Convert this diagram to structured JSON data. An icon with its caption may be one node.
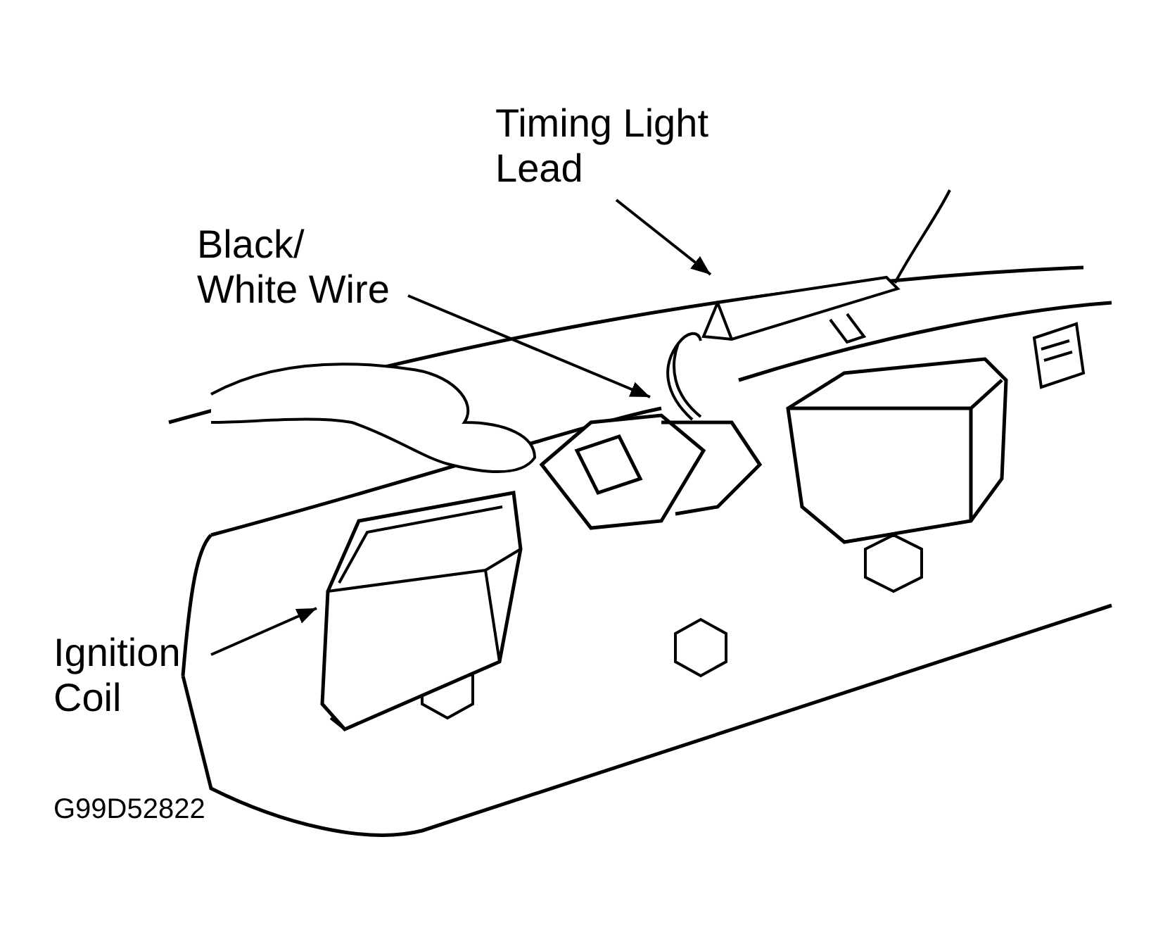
{
  "diagram": {
    "nodes": [
      {
        "text": [
          "Timing Light Lead"
        ]
      },
      {
        "text": [],
        "shape": "picture"
      },
      {
        "text": [
          "Black/ White Wire"
        ]
      },
      {
        "text": [],
        "shape": "picture"
      },
      {
        "text": [
          "Ignition Coil"
        ]
      },
      {
        "text": [],
        "shape": "picture"
      }
    ],
    "edges": [
      {
        "from": 0,
        "to": 1,
        "arrow": "to"
      },
      {
        "from": 2,
        "to": 3,
        "arrow": "to"
      },
      {
        "from": 4,
        "to": 5,
        "arrow": "to"
      }
    ],
    "labels": [
      "G99D52822"
    ]
  }
}
